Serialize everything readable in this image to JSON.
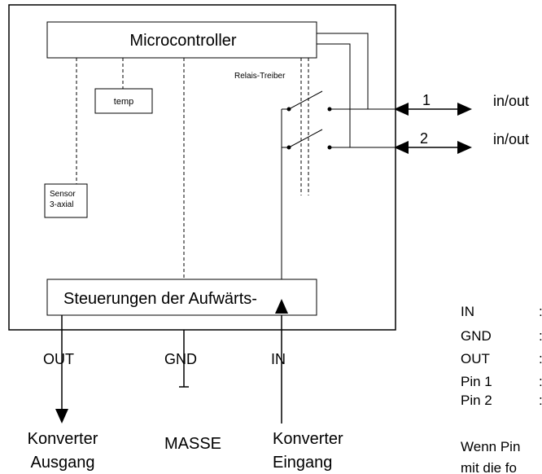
{
  "blocks": {
    "microcontroller": "Microcontroller",
    "temp": "temp",
    "sensor_line1": "Sensor",
    "sensor_line2": "3-axial",
    "relay_driver": "Relais-Treiber",
    "converter_control": "Steuerungen der Aufwärts-"
  },
  "ports": {
    "port1_number": "1",
    "port1_label": "in/out",
    "port2_number": "2",
    "port2_label": "in/out"
  },
  "bottom_pins": {
    "out_label": "OUT",
    "gnd_label": "GND",
    "in_label": "IN",
    "out_caption_line1": "Konverter",
    "out_caption_line2": "Ausgang",
    "gnd_caption": "MASSE",
    "in_caption_line1": "Konverter",
    "in_caption_line2": "Eingang"
  },
  "legend": {
    "rows": [
      {
        "key": "IN",
        "sep": ":"
      },
      {
        "key": "GND",
        "sep": ":"
      },
      {
        "key": "OUT",
        "sep": ":"
      },
      {
        "key": "Pin 1",
        "sep": ":"
      },
      {
        "key": "Pin 2",
        "sep": ":"
      }
    ],
    "note_line1": "Wenn Pin",
    "note_line2": "mit die fo"
  }
}
